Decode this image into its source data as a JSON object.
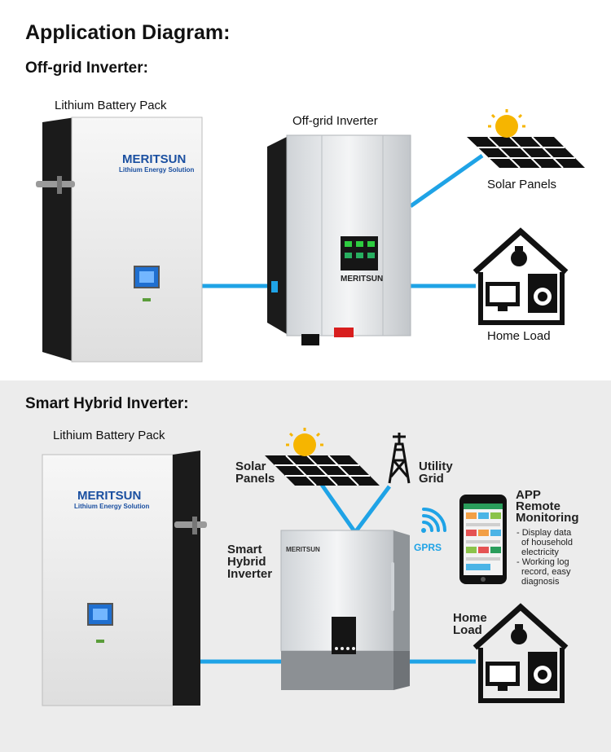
{
  "main_title": "Application Diagram:",
  "offgrid": {
    "title": "Off-grid Inverter:",
    "battery_label": "Lithium Battery Pack",
    "inverter_label": "Off-grid Inverter",
    "solar_label": "Solar Panels",
    "home_label": "Home Load",
    "battery_brand": "MERITSUN",
    "battery_tagline": "Lithium Energy Solution",
    "inverter_brand": "MERITSUN"
  },
  "hybrid": {
    "title": "Smart Hybrid Inverter:",
    "battery_label": "Lithium Battery Pack",
    "solar_label_1": "Solar",
    "solar_label_2": "Panels",
    "utility_label_1": "Utility",
    "utility_label_2": "Grid",
    "inverter_label_1": "Smart",
    "inverter_label_2": "Hybrid",
    "inverter_label_3": "Inverter",
    "gprs_label": "GPRS",
    "app_label_1": "APP",
    "app_label_2": "Remote",
    "app_label_3": "Monitoring",
    "app_desc_1": "- Display data",
    "app_desc_2": "of household",
    "app_desc_3": "electricity",
    "app_desc_4": "- Working log",
    "app_desc_5": "record, easy",
    "app_desc_6": "diagnosis",
    "home_label_1": "Home",
    "home_label_2": "Load",
    "battery_brand": "MERITSUN",
    "battery_tagline": "Lithium Energy Solution",
    "inverter_brand": "MERITSUN"
  },
  "colors": {
    "connection": "#1fa3e6",
    "accent_blue": "#1a4fa0",
    "sun": "#f6b500"
  }
}
